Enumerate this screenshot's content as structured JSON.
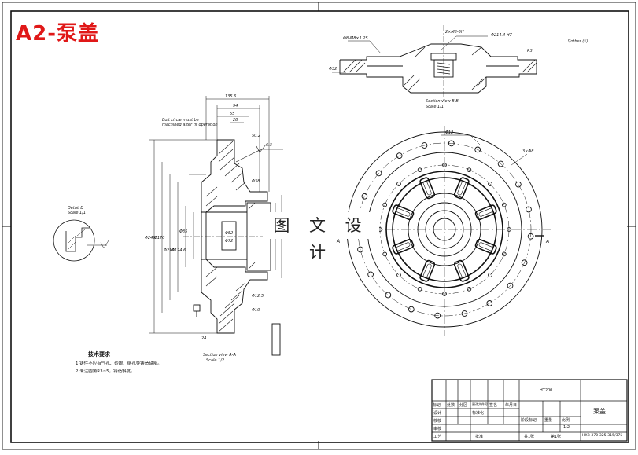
{
  "sheet": {
    "title_badge": "A2-泵盖",
    "watermark": "图 文 设 计",
    "section_bb_caption": [
      "Section view B-B",
      "Scale 1/1"
    ],
    "section_aa_caption": [
      "Section view A-A",
      "Scale 1/2"
    ],
    "detail_caption": [
      "Detail D",
      "Scale 1/1"
    ],
    "bolt_note": [
      "Bolt circle must be",
      "machined after fit operation"
    ],
    "roughness_note": "∇other (√)",
    "tech_req_title": "技术要求",
    "tech_req_items": [
      "1.铸件不应有气孔、砂眼、缩孔等铸造缺陷。",
      "2.未注圆角R3~5，铸造斜度。"
    ]
  },
  "title_block": {
    "material": "HT200",
    "part_name": "泵盖",
    "scale": "1:2",
    "drawing_no": "HXB-370-325-315/375",
    "row_labels": [
      "标记",
      "处数",
      "分区",
      "更改文件号",
      "签名",
      "年月日"
    ],
    "left_labels": [
      "设计",
      "校核",
      "审核",
      "工艺"
    ],
    "mid_labels": [
      "标准化",
      "批准"
    ],
    "stage_labels": [
      "阶段标记",
      "重量",
      "比例"
    ],
    "sheet_info": [
      "共1张",
      "第1张"
    ]
  },
  "dimensions": {
    "top_section": [
      "Φ8-M8×1.25",
      "2×M8-6H",
      "Φ214.4 H7",
      "Φ32",
      "R3"
    ],
    "main_section": [
      "135.6",
      "94",
      "55",
      "28",
      "50.2",
      "6.3",
      "Φ246",
      "Φ170",
      "Φ216",
      "Φ124.6",
      "Φ85",
      "Φ52",
      "Φ72",
      "Φ38",
      "Φ12.5",
      "Φ10",
      "24"
    ],
    "front_view": [
      "Φ12",
      "3×Φ8",
      "A",
      "A"
    ]
  },
  "colors": {
    "title_badge": "#e01818",
    "line": "#111111"
  }
}
